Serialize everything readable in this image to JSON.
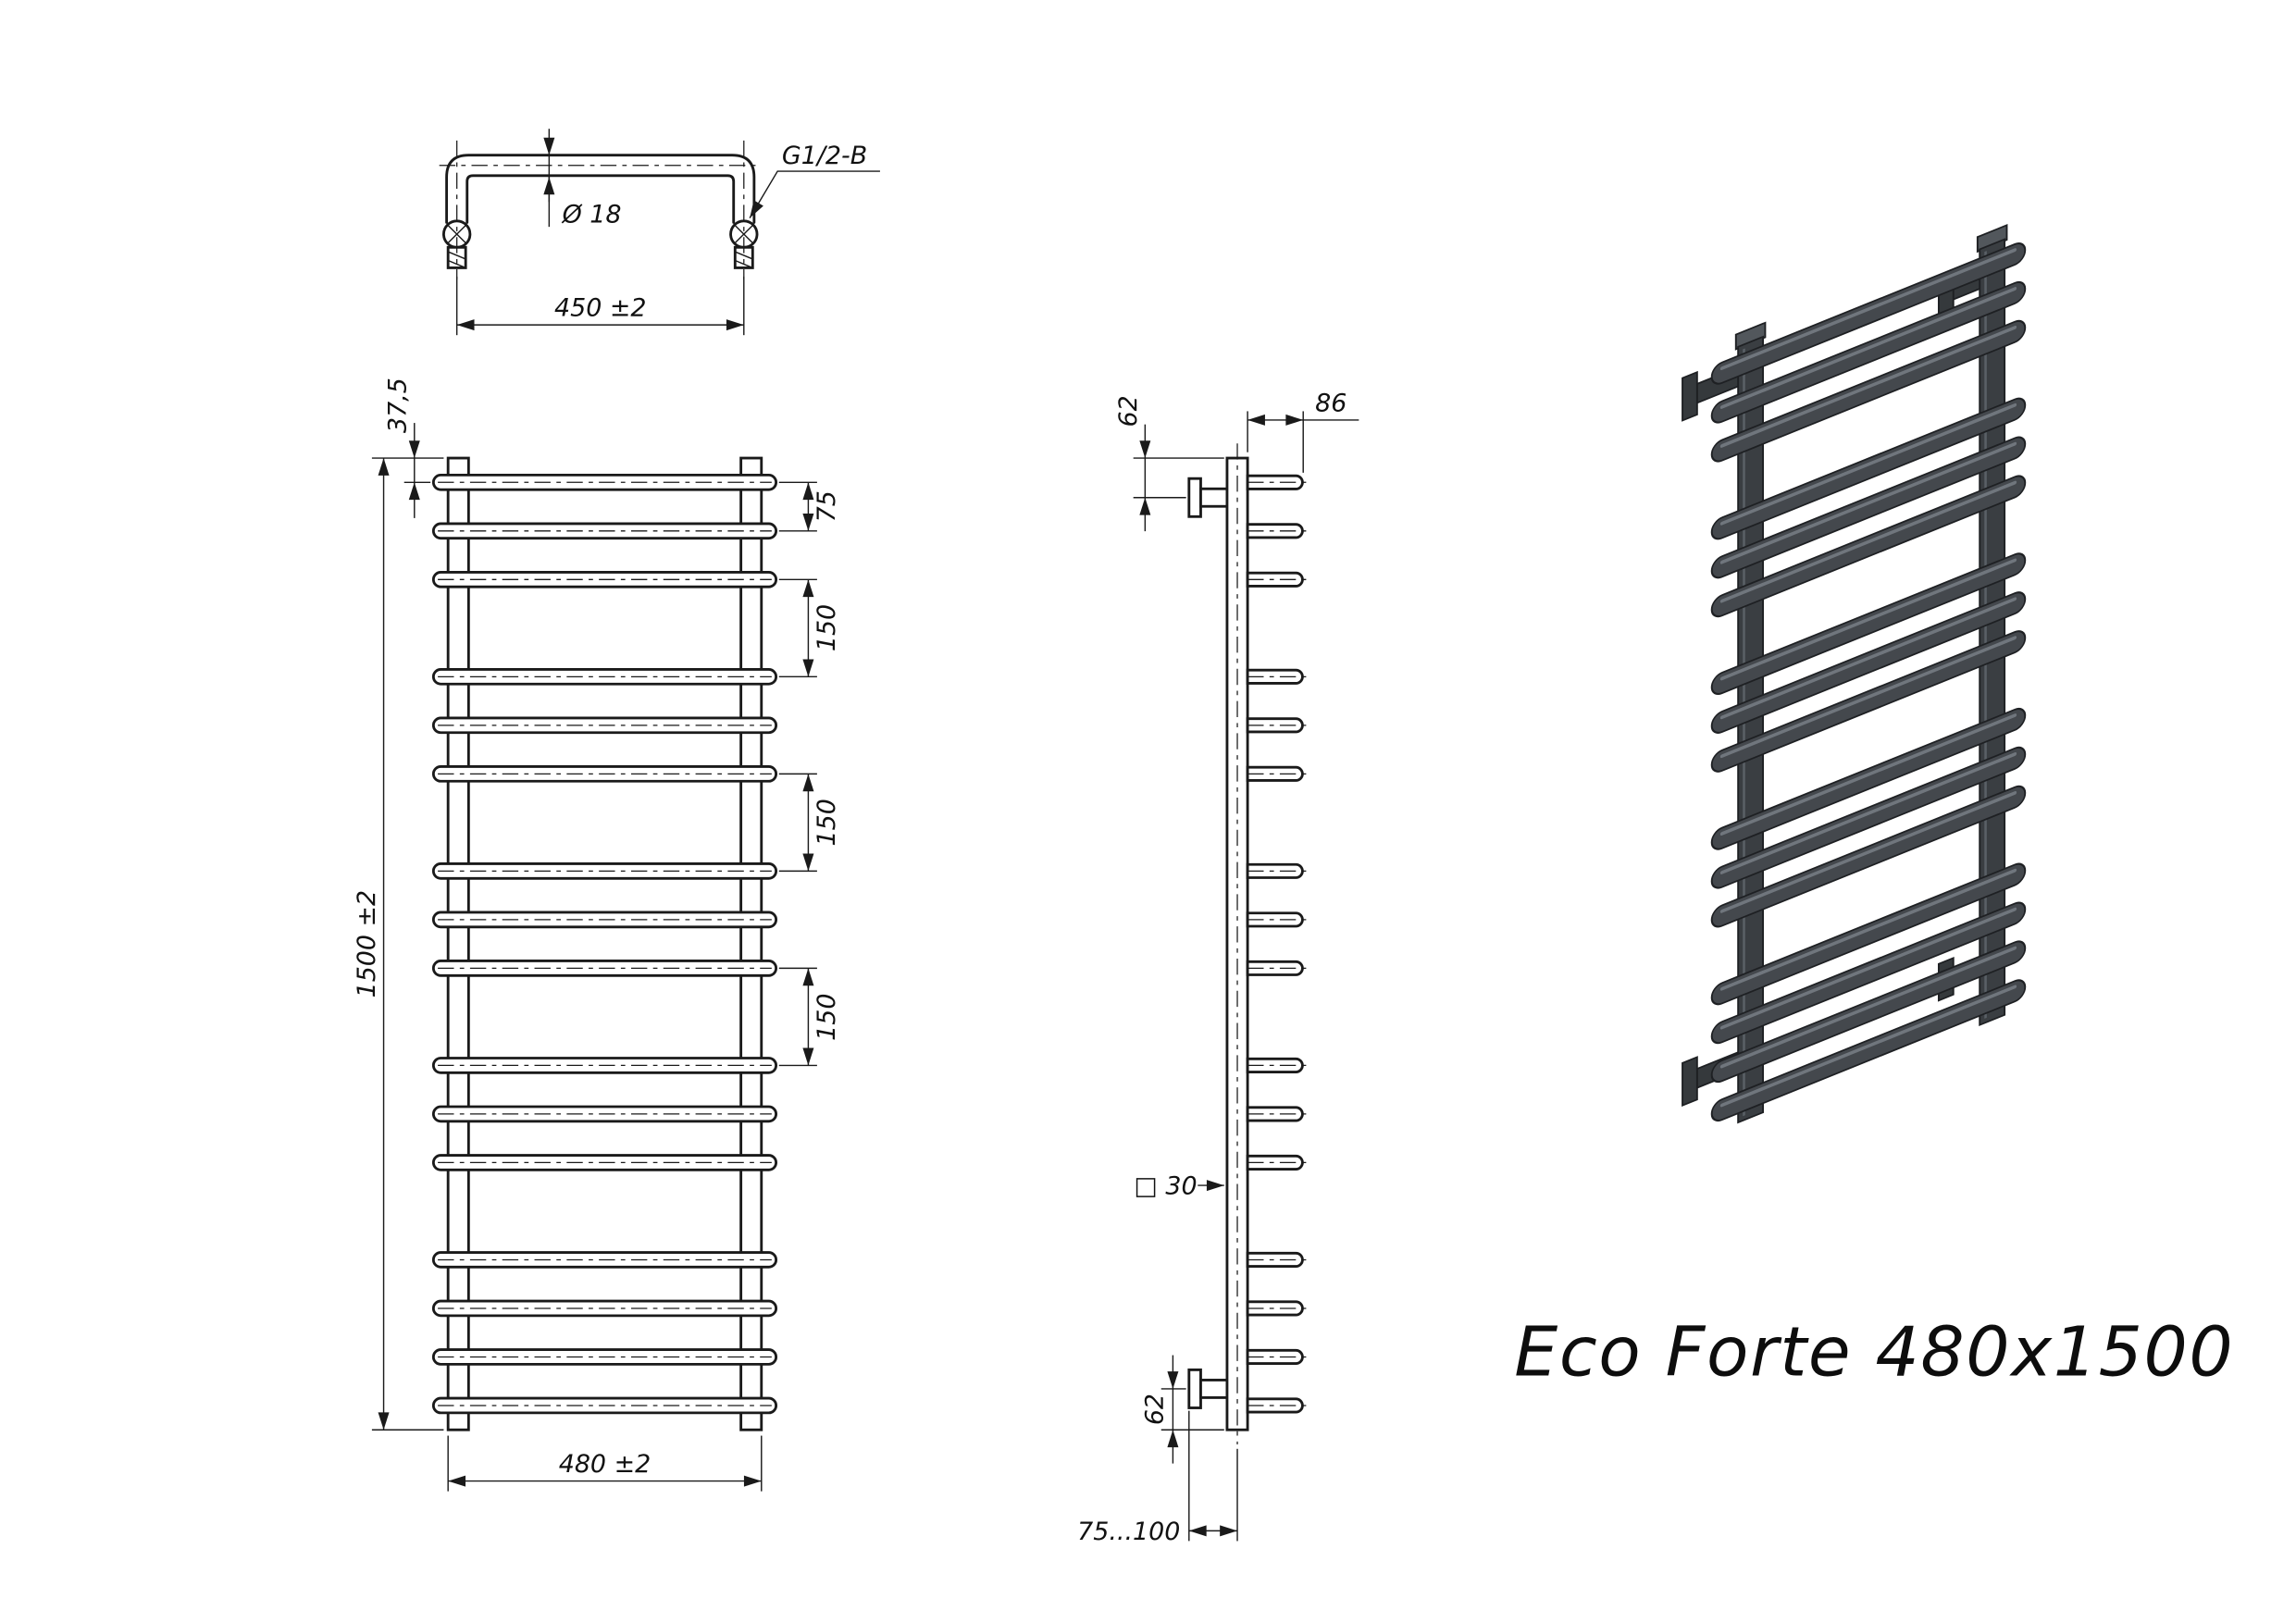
{
  "title": "Eco Forte 480x1500",
  "top_view": {
    "diameter_label": "Ø 18",
    "thread_label": "G1/2-B",
    "width_dim": "450 ±2"
  },
  "front_view": {
    "top_offset_dim": "37,5",
    "rung_gap_dim": "75",
    "group_gap_dim_1": "150",
    "group_gap_dim_2": "150",
    "group_gap_dim_3": "150",
    "height_dim": "1500 ±2",
    "width_dim": "480 ±2"
  },
  "side_view": {
    "top_bracket_dim": "62",
    "depth_dim": "86",
    "profile_dim": "□ 30",
    "bottom_bracket_dim": "62",
    "wall_distance_dim": "75...100"
  },
  "rung_count": 16,
  "colors": {
    "line_color": "#1a1a1a",
    "render_body": "#44484d",
    "render_rail": "#3a3e42",
    "render_highlight": "#70767d"
  }
}
